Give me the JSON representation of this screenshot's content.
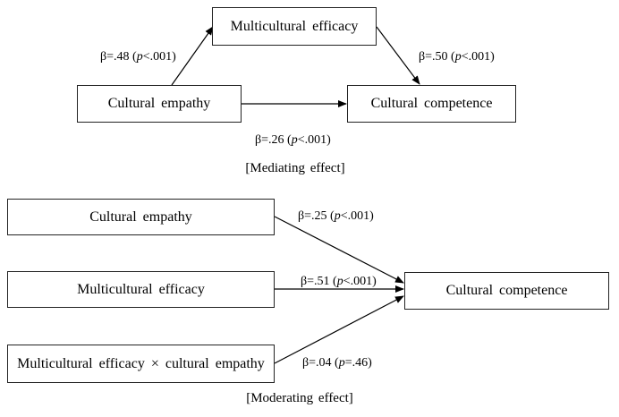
{
  "mediating": {
    "boxes": {
      "efficacy": "Multicultural efficacy",
      "empathy": "Cultural empathy",
      "competence": "Cultural competence"
    },
    "paths": {
      "empathy_to_efficacy": {
        "beta": "β=.48 (",
        "p": "p",
        "rest": "<.001)"
      },
      "efficacy_to_competence": {
        "beta": "β=.50 (",
        "p": "p",
        "rest": "<.001)"
      },
      "empathy_to_competence": {
        "beta": "β=.26 (",
        "p": "p",
        "rest": "<.001)"
      }
    },
    "caption": "[Mediating effect]"
  },
  "moderating": {
    "boxes": {
      "empathy": "Cultural empathy",
      "efficacy": "Multicultural efficacy",
      "interaction": "Multicultural efficacy × cultural empathy",
      "competence": "Cultural competence"
    },
    "paths": {
      "empathy": {
        "beta": "β=.25 (",
        "p": "p",
        "rest": "<.001)"
      },
      "efficacy": {
        "beta": "β=.51 (",
        "p": "p",
        "rest": "<.001)"
      },
      "interaction": {
        "beta": "β=.04 (",
        "p": "p",
        "rest": "=.46)"
      }
    },
    "caption": "[Moderating effect]"
  }
}
